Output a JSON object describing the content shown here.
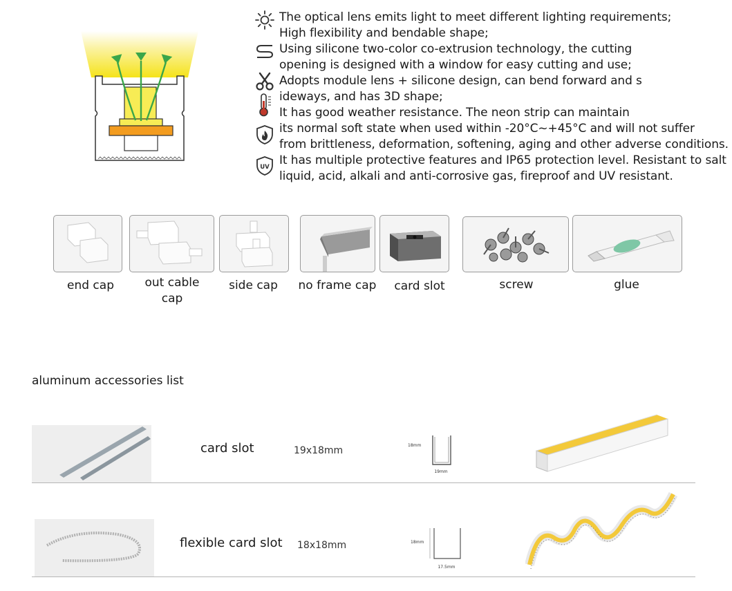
{
  "features": [
    {
      "icon": "sun-icon",
      "lines": [
        "The optical lens emits light to meet different lighting requirements;",
        "High flexibility and bendable shape;"
      ]
    },
    {
      "icon": "bend-icon",
      "lines": [
        "Using silicone two-color co-extrusion technology, the cutting",
        "opening is designed with a window for easy cutting and use;"
      ]
    },
    {
      "icon": "scissors-icon",
      "lines": [
        "Adopts module lens + silicone design, can bend forward and s",
        "ideways, and has 3D shape;"
      ]
    },
    {
      "icon": "thermometer-icon",
      "lines": [
        "It has good weather resistance. The neon strip can maintain",
        "its normal soft state when used within -20°C~+45°C and will not suffer"
      ]
    },
    {
      "icon": "fire-shield-icon",
      "lines": [
        "from brittleness, deformation, softening, aging and other adverse conditions."
      ]
    },
    {
      "icon": "uv-shield-icon",
      "badge": "UV",
      "lines": [
        "It has multiple protective features and IP65 protection level. Resistant to salt",
        "liquid, acid, alkali and anti-corrosive gas, fireproof and UV resistant."
      ]
    }
  ],
  "accessories": [
    {
      "label": "end cap"
    },
    {
      "label": "out cable cap"
    },
    {
      "label": "side cap"
    },
    {
      "label": "no frame cap"
    },
    {
      "label": "card slot"
    },
    {
      "label": "screw"
    },
    {
      "label": "glue"
    }
  ],
  "aluminum": {
    "title": "aluminum accessories list",
    "rows": [
      {
        "name": "card slot",
        "size": "19x18mm",
        "dim_height": "18mm",
        "dim_width": "19mm"
      },
      {
        "name": "flexible card slot",
        "size": "18x18mm",
        "dim_height": "18mm",
        "dim_width": "17.5mm"
      }
    ]
  },
  "colors": {
    "glow": "#f7ea2e",
    "arrow": "#3aa64a",
    "led_base": "#f39c1f",
    "lens": "#f7ec55",
    "strip": "#f3c93a"
  }
}
